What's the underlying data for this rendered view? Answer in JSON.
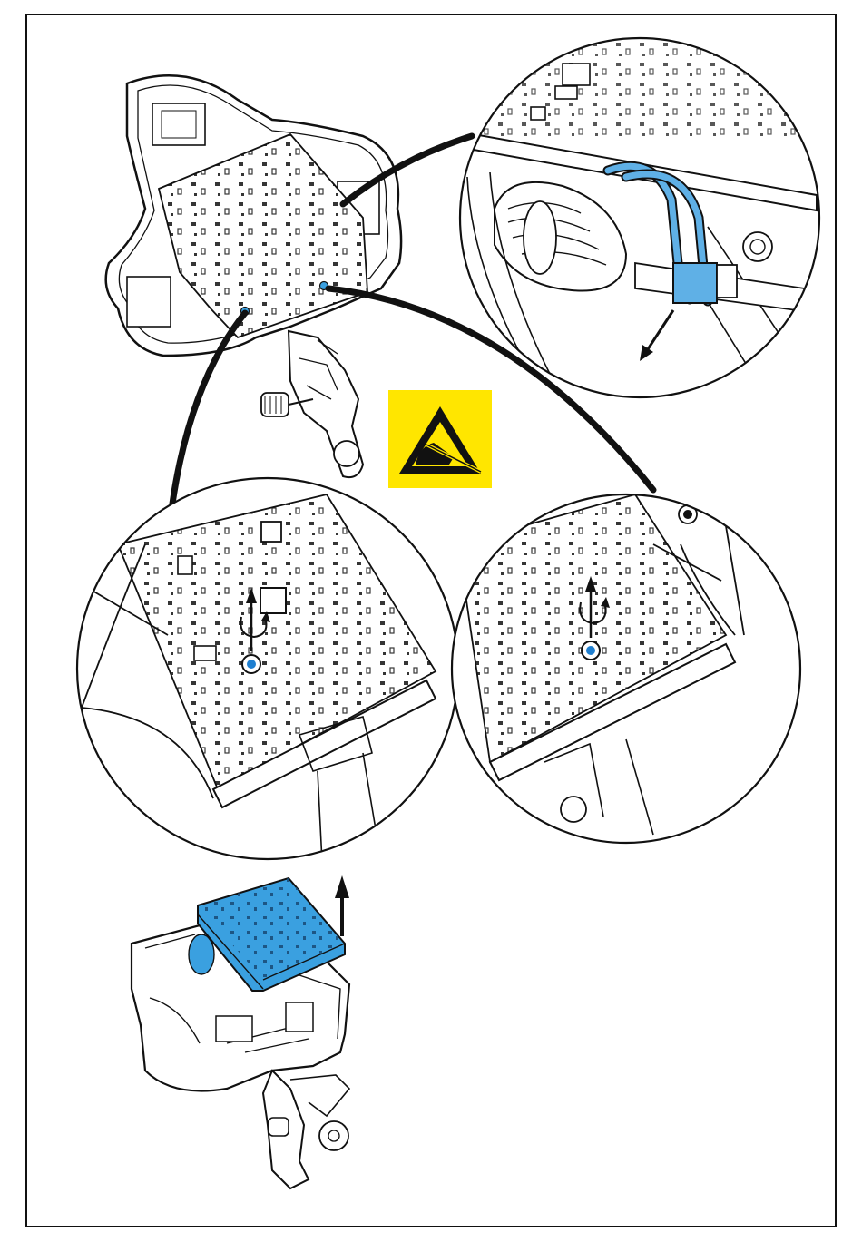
{
  "figure": {
    "colors": {
      "ink": "#111111",
      "board_blue": "#3aa0e0",
      "cable_blue": "#5fb0e6",
      "screw_blue": "#1f7fd0",
      "warning_yellow": "#ffe600",
      "background": "#ffffff"
    },
    "icons": {
      "esd_warning": "esd-warning-icon",
      "pull_arrow": "arrow-up-icon",
      "unscrew": "rotate-ccw-icon",
      "disconnect": "arrow-diagonal-icon"
    },
    "panels": [
      {
        "name": "overview-device-top-view"
      },
      {
        "name": "detail-cable-connector"
      },
      {
        "name": "detail-screw-left"
      },
      {
        "name": "detail-screw-right"
      },
      {
        "name": "board-removal-view"
      }
    ]
  }
}
